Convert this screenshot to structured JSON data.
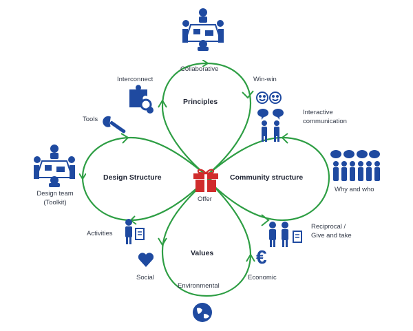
{
  "center": {
    "label": "Offer"
  },
  "lobes": {
    "top": "Principles",
    "left": "Design Structure",
    "right": "Community structure",
    "bottom": "Values"
  },
  "labels": {
    "collaborative": "Collaborative",
    "interconnect": "Interconnect",
    "win_win": "Win-win",
    "tools": "Tools",
    "interactive_line1": "Interactive",
    "interactive_line2": "communication",
    "design_team_line1": "Design team",
    "design_team_line2": "(Toolkit)",
    "why_and_who": "Why and who",
    "activities": "Activities",
    "reciprocal_line1": "Reciprocal /",
    "reciprocal_line2": "Give and take",
    "social": "Social",
    "environmental": "Environmental",
    "economic": "Economic"
  },
  "colors": {
    "loop": "#2e9e44",
    "icon": "#1f4aa0",
    "gift": "#d02c2c",
    "heart": "#1f4aa0"
  },
  "icons": [
    "meeting-table-icon",
    "puzzle-gears-icon",
    "smiley-faces-icon",
    "wrench-icon",
    "people-speech-icon",
    "crowd-speech-icon",
    "person-clipboard-icon",
    "people-exchange-icon",
    "heart-icon",
    "euro-icon",
    "globe-icon",
    "gift-icon"
  ]
}
